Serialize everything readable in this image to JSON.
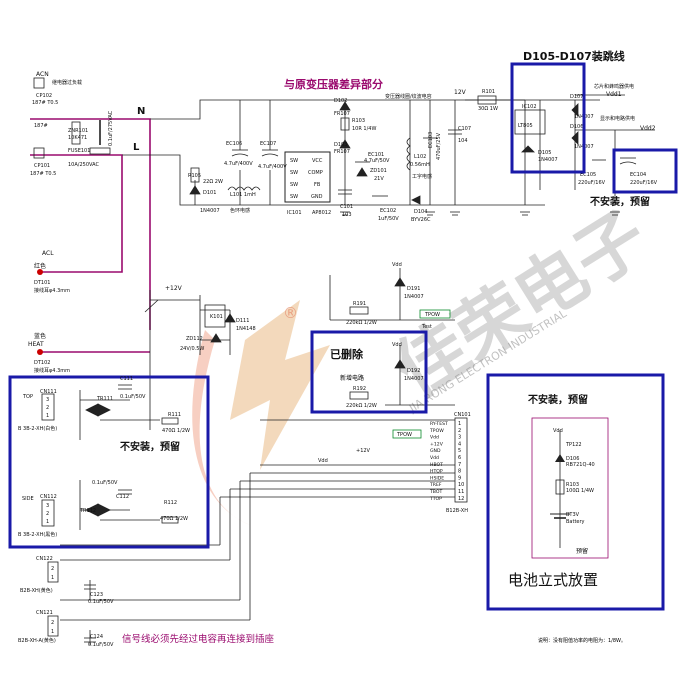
{
  "annotations": {
    "title_jumper": "D105-D107装跳线",
    "transformer_diff": "与原变压器差异部分",
    "not_installed_top": "不安装，预留",
    "not_installed_left": "不安装，预留",
    "not_installed_right": "不安装，预留",
    "removed": "已删除",
    "new_circuit": "新增电路",
    "battery_upright": "电池立式放置",
    "signal_note": "信号线必须先经过电容再连接到插座",
    "footer_note": "说明：没有阻值功率的电阻为：1/8W。",
    "reserved": "预留",
    "chip_power_label": "芯片和蜂鸣器供电",
    "display_power_label": "显示和电路供电",
    "transformer_lbl": "变压器线圈/纹波电容",
    "power_tail_lbl": "工字电感"
  },
  "watermark": {
    "cn": "佳荣电子",
    "en": "JIA RONG ELECTRON INDUSTRIAL",
    "r": "®"
  },
  "power_input": {
    "acn": "ACN",
    "acn_desc": "继电器过负载",
    "cp102": "CP102",
    "cp102_desc": "187# T0.5",
    "n187": "187#",
    "cp101": "CP101",
    "cp101_desc": "187# T0.5",
    "znr": "ZNR101",
    "znr_val": "10K471",
    "fuse": "FUSE101",
    "fuse_val": "10A/250VAC",
    "cx": "0.1uF/275VAC",
    "n": "N",
    "l": "L",
    "acl": "ACL",
    "red": "红色",
    "dt101": "DT101",
    "dt101_desc": "接线耳φ4.3mm",
    "blue": "蓝色",
    "heat": "HEAT",
    "dt102": "DT102",
    "dt102_desc": "接线耳φ4.3mm"
  },
  "components": {
    "r105": "R105",
    "r105_val": "22Ω 2W",
    "d101": "D101",
    "d101_val": "1N4007",
    "ec106": "EC106",
    "ec106_val": "4.7uF/400V",
    "l101": "L101 1mH",
    "l101_desc": "色环电感",
    "ec107": "EC107",
    "ec107_val": "4.7uF/400V",
    "ic101": "IC101",
    "ic101_val": "AP8012",
    "pin_sw": "SW",
    "pin_vcc": "VCC",
    "pin_comp": "COMP",
    "pin_fb": "FB",
    "pin_gnd": "GND",
    "d102": "D102",
    "d102_val": "FR107",
    "r103": "R103",
    "r103_val": "10R 1/4W",
    "d103": "D103",
    "d103_val": "FR107",
    "ec101": "EC101",
    "ec101_val": "4.7uF/50V",
    "zd101": "ZD101",
    "zd101_val": "21V",
    "c101": "C101",
    "c101_val": "103",
    "ec102": "EC102",
    "ec102_val": "1uF/50V",
    "l102": "L102",
    "l102_val": "0.56mH",
    "ec103": "EC103",
    "ec103_val": "470uF/25V",
    "d104": "D104",
    "d104_val": "BYV26C",
    "c107": "C107",
    "c107_val": "104",
    "v12": "12V",
    "r101": "R101",
    "r101_val": "30Ω 1W",
    "ic102": "IC102",
    "ic102_val": "LT805",
    "d105": "D105",
    "d105_val": "1N4007",
    "d106": "D106",
    "d106_val": "1N4007",
    "d107": "D107",
    "d107_val": "1N4007",
    "ec105": "EC105",
    "ec105_val": "220uF/16V",
    "ec104": "EC104",
    "ec104_val": "220uF/16V",
    "vdd1": "Vdd1",
    "vdd2": "Vdd2",
    "k101": "K101",
    "v12b": "+12V",
    "d111": "D111",
    "d111_val": "1N4148",
    "zd112": "ZD112",
    "zd112_val": "24V/0.5W",
    "vdd": "Vdd",
    "d191": "D191",
    "d191_val": "1N4007",
    "r191": "R191",
    "r191_val": "220kΩ 1/2W",
    "tpow": "TPOW",
    "test": "Test",
    "d192": "D192",
    "d192_val": "1N4007",
    "r192": "R192",
    "r192_val": "220kΩ 1/2W",
    "cn111": "CN111",
    "cn111_lbl": "TOP",
    "cn111_conn": "B 3B-2-XH(白色)",
    "tr111": "TR111",
    "c111": "C111",
    "c111_val": "0.1uF/50V",
    "r111": "R111",
    "r111_val": "470Ω 1/2W",
    "cn112": "CN112",
    "cn112_lbl": "SIDE",
    "cn112_conn": "B 3B-2-XH(黑色)",
    "tr112": "TR112",
    "c112": "C112",
    "c112_val": "0.1uF/50V",
    "r112": "R112",
    "r112_val": "470Ω 1/2W",
    "cn101": "CN101",
    "cn101_conn": "B12B-XH",
    "cn122": "CN122",
    "cn122_conn": "B2B-XH(黄色)",
    "c123": "C123",
    "c123_val": "0.1uF/50V",
    "cn121": "CN121",
    "cn121_conn": "B2B-XH-A(黄色)",
    "c124": "C124",
    "c124_val": "0.1uF/50V",
    "tp122": "TP122",
    "d108": "D106",
    "d108_val": "RB721Q-40",
    "r103b": "R103",
    "r103b_val": "100Ω 1/4W",
    "bt": "BT3V",
    "bt_desc": "Battery",
    "pins": [
      "1",
      "2",
      "3"
    ],
    "pins2": [
      "1",
      "2"
    ],
    "cn101_pins": [
      "1",
      "2",
      "3",
      "4",
      "5",
      "6",
      "7",
      "8",
      "9",
      "10",
      "11",
      "12"
    ],
    "cn101_signals": [
      "RY-TEST",
      "TPOW",
      "Vdd",
      "+12V",
      "GND",
      "Vdd",
      "HBOT",
      "HTOP",
      "HSIDE",
      "TREF",
      "TBOT",
      "TTOP"
    ]
  },
  "colors": {
    "wire": "#202020",
    "accent_blue": "#1a1aa8",
    "mains": "#9a0a6e",
    "magenta": "#b0107a",
    "red": "#d20000",
    "green": "#0a8a2a",
    "watermark": "#9c9c9c",
    "watermark_r": "#e58a6c"
  }
}
